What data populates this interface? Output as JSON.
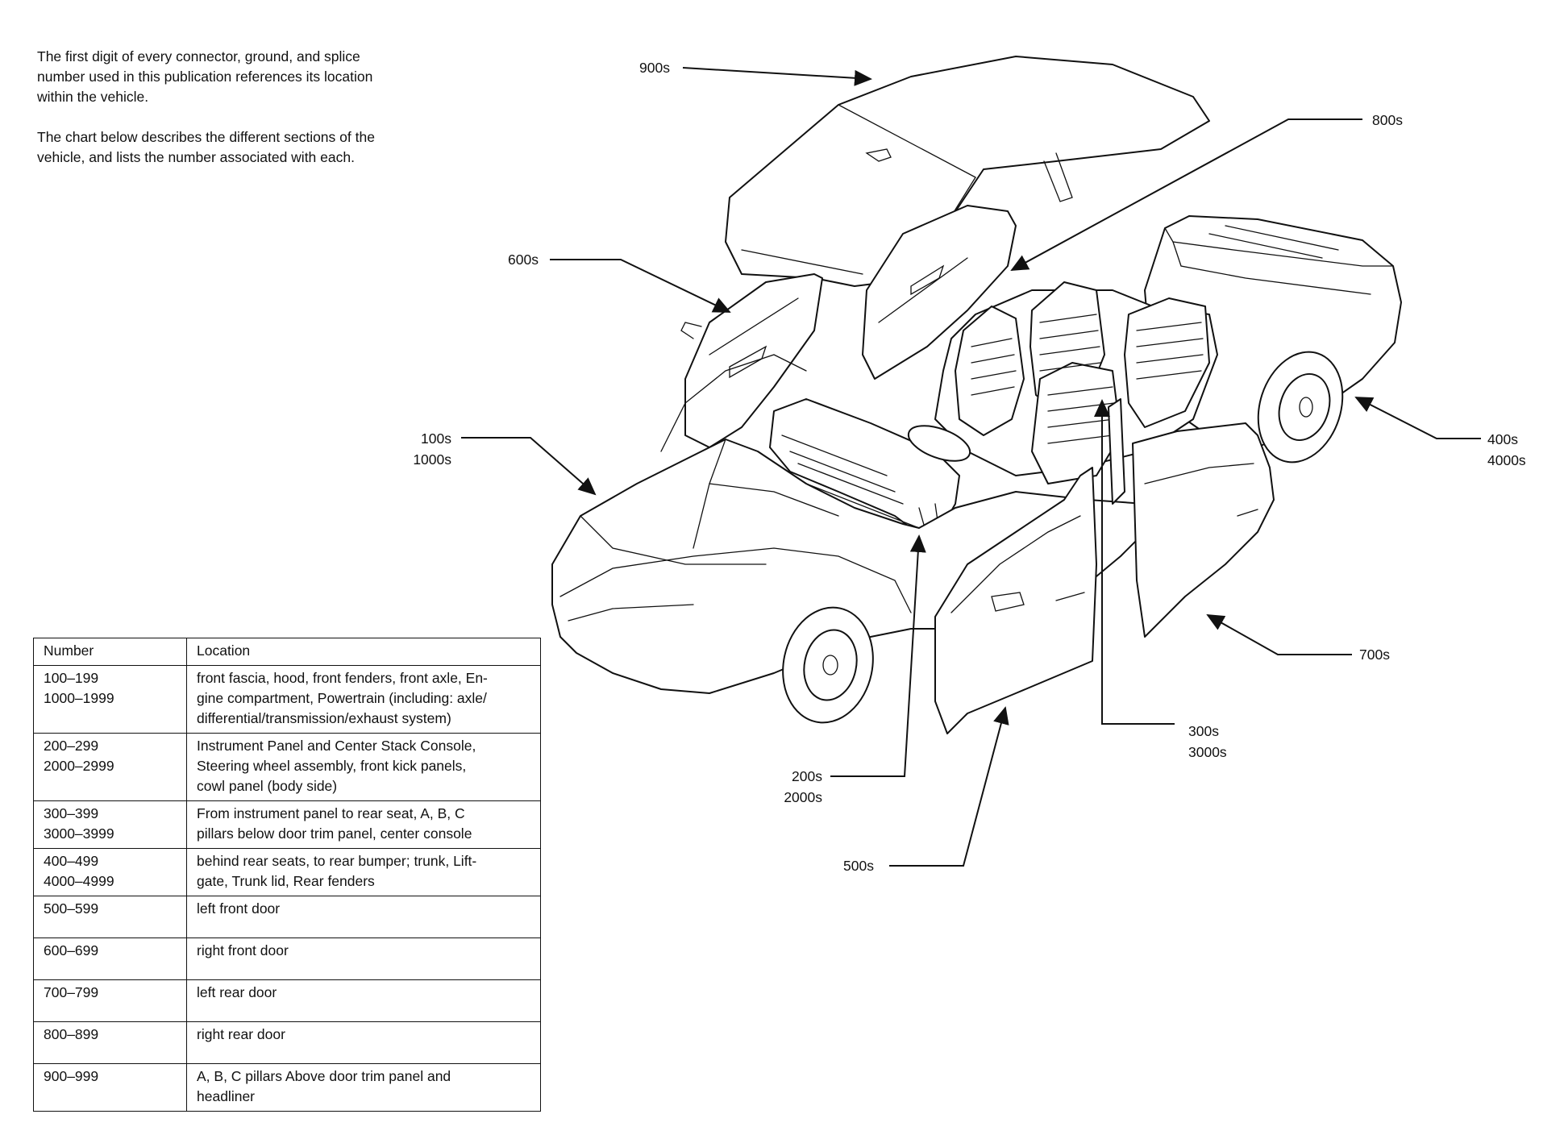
{
  "intro": {
    "paragraph_1_lines": [
      "The first digit of every connector, ground, and splice",
      "number used in this publication references its location",
      "within the vehicle."
    ],
    "paragraph_2_lines": [
      "The chart below describes the different sections of the",
      "vehicle, and lists the number associated with each."
    ]
  },
  "callouts": {
    "c900": [
      "900s"
    ],
    "c800": [
      "800s"
    ],
    "c600": [
      "600s"
    ],
    "c100": [
      "100s",
      "1000s"
    ],
    "c400": [
      "400s",
      "4000s"
    ],
    "c700": [
      "700s"
    ],
    "c300": [
      "300s",
      "3000s"
    ],
    "c200": [
      "200s",
      "2000s"
    ],
    "c500": [
      "500s"
    ]
  },
  "table": {
    "headers": [
      "Number",
      "Location"
    ],
    "rows": [
      {
        "number": [
          "100–199",
          "1000–1999"
        ],
        "location": [
          "front fascia, hood, front fenders, front axle, En-",
          "gine compartment, Powertrain (including: axle/",
          "differential/transmission/exhaust system)"
        ]
      },
      {
        "number": [
          "200–299",
          "2000–2999"
        ],
        "location": [
          "Instrument Panel and Center Stack Console,",
          "Steering wheel assembly, front kick panels,",
          "cowl panel (body side)"
        ]
      },
      {
        "number": [
          "300–399",
          "3000–3999"
        ],
        "location": [
          "From instrument panel to rear seat, A, B, C",
          "pillars below door trim panel, center console"
        ]
      },
      {
        "number": [
          "400–499",
          "4000–4999"
        ],
        "location": [
          "behind rear seats, to rear bumper; trunk, Lift-",
          "gate, Trunk lid, Rear fenders"
        ]
      },
      {
        "number": [
          "500–599"
        ],
        "location": [
          "left front door"
        ]
      },
      {
        "number": [
          "600–699"
        ],
        "location": [
          "right front door"
        ]
      },
      {
        "number": [
          "700–799"
        ],
        "location": [
          "left rear door"
        ]
      },
      {
        "number": [
          "800–899"
        ],
        "location": [
          "right rear door"
        ]
      },
      {
        "number": [
          "900–999"
        ],
        "location": [
          "A, B, C pillars Above door trim panel and",
          "headliner"
        ]
      }
    ]
  }
}
